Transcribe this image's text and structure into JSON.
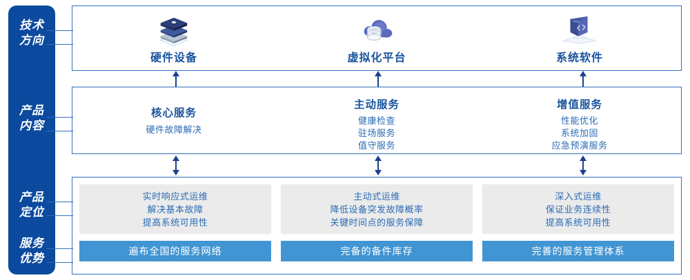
{
  "rail": {
    "labels": [
      {
        "name": "tech-direction",
        "line1": "技术",
        "line2": "方向"
      },
      {
        "name": "product-content",
        "line1": "产品",
        "line2": "内容"
      },
      {
        "name": "product-positioning",
        "line1": "产品",
        "line2": "定位"
      },
      {
        "name": "service-advantage",
        "line1": "服务",
        "line2": "优势"
      }
    ],
    "color": "#0b4a9e"
  },
  "tech_direction": {
    "cards": [
      {
        "icon": "server-stack-icon",
        "title": "硬件设备"
      },
      {
        "icon": "cloud-database-icon",
        "title": "虚拟化平台"
      },
      {
        "icon": "laptop-code-icon",
        "title": "系统软件"
      }
    ]
  },
  "product_content": {
    "columns": [
      {
        "title": "核心服务",
        "items": [
          "硬件故障解决"
        ]
      },
      {
        "title": "主动服务",
        "items": [
          "健康检查",
          "驻场服务",
          "值守服务"
        ]
      },
      {
        "title": "增值服务",
        "items": [
          "性能优化",
          "系统加固",
          "应急预演服务"
        ]
      }
    ]
  },
  "product_positioning": {
    "boxes": [
      {
        "lines": [
          "实时响应式运维",
          "解决基本故障",
          "提高系统可用性"
        ]
      },
      {
        "lines": [
          "主动式运维",
          "降低设备突发故障概率",
          "关键时间点的服务保障"
        ]
      },
      {
        "lines": [
          "深入式运维",
          "保证业务连续性",
          "提高系统可用性"
        ]
      }
    ]
  },
  "service_advantage": {
    "bars": [
      {
        "label": "遍布全国的服务网络"
      },
      {
        "label": "完备的备件库存"
      },
      {
        "label": "完善的服务管理体系"
      }
    ],
    "bar_color": "#4195d3"
  },
  "colors": {
    "rail_blue": "#0b4a9e",
    "border_blue": "#2f6fc0",
    "title_blue": "#19539e",
    "text_blue": "#2b6cb5",
    "grey_box": "#ebebeb",
    "bar_blue": "#4195d3"
  }
}
